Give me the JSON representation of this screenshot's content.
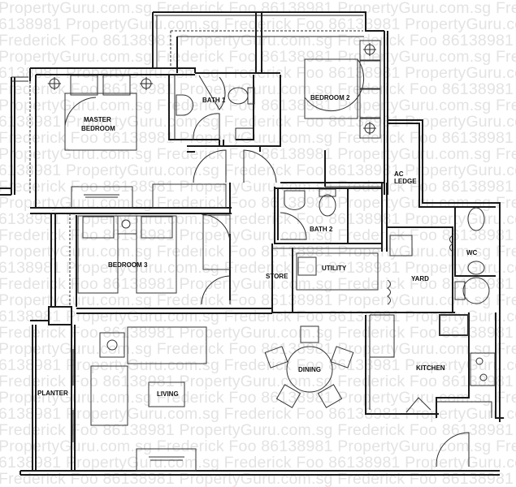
{
  "watermark": {
    "lines": [
      "PropertyGuru.com.sg Frederick Foo 86138981 PropertyGuru.com.sg Frederick Foo 86138981",
      "6138981 PropertyGuru.com.sg Frederick Foo 86138981 PropertyGuru.com.sg Frederick Foo",
      "Frederick Foo 86138981 PropertyGuru.com.sg Frederick Foo 86138981 PropertyGuru.com.sg",
      "PropertyGuru.com.sg Frederick Foo 86138981 PropertyGuru.com.sg Frederick Foo 86138981",
      "6138981 PropertyGuru.com.sg Frederick Foo 86138981 PropertyGuru.com.sg Frederick Foo",
      "Frederick Foo 86138981 PropertyGuru.com.sg Frederick Foo 86138981 PropertyGuru.com.sg",
      "PropertyGuru.com.sg Frederick Foo 86138981 PropertyGuru.com.sg Frederick Foo 86138981",
      "6138981 PropertyGuru.com.sg Frederick Foo 86138981 PropertyGuru.com.sg Frederick Foo",
      "Frederick Foo 86138981 PropertyGuru.com.sg Frederick Foo 86138981 PropertyGuru.com.sg",
      "PropertyGuru.com.sg Frederick Foo 86138981 PropertyGuru.com.sg Frederick Foo 86138981",
      "6138981 PropertyGuru.com.sg Frederick Foo 86138981 PropertyGuru.com.sg Frederick Foo",
      "Frederick Foo 86138981 PropertyGuru.com.sg Frederick Foo 86138981 PropertyGuru.com.sg",
      "PropertyGuru.com.sg Frederick Foo 86138981 PropertyGuru.com.sg Frederick Foo 86138981",
      "6138981 PropertyGuru.com.sg Frederick Foo 86138981 PropertyGuru.com.sg Frederick Foo",
      "Frederick Foo 86138981 PropertyGuru.com.sg Frederick Foo 86138981 PropertyGuru.com.sg",
      "PropertyGuru.com.sg Frederick Foo 86138981 PropertyGuru.com.sg Frederick Foo 86138981",
      "6138981 PropertyGuru.com.sg Frederick Foo 86138981 PropertyGuru.com.sg Frederick Foo",
      "Frederick Foo 86138981 PropertyGuru.com.sg Frederick Foo 86138981 PropertyGuru.com.sg",
      "PropertyGuru.com.sg Frederick Foo 86138981 PropertyGuru.com.sg Frederick Foo 86138981",
      "6138981 PropertyGuru.com.sg Frederick Foo 86138981 PropertyGuru.com.sg Frederick Foo",
      "Frederick Foo 86138981 PropertyGuru.com.sg Frederick Foo 86138981 PropertyGuru.com.sg",
      "PropertyGuru.com.sg Frederick Foo 86138981 PropertyGuru.com.sg Frederick Foo 86138981",
      "6138981 PropertyGuru.com.sg Frederick Foo 86138981 PropertyGuru.com.sg Frederick Foo",
      "Frederick Foo 86138981 PropertyGuru.com.sg Frederick Foo 86138981 PropertyGuru.com.sg",
      "PropertyGuru.com.sg Frederick Foo 86138981 PropertyGuru.com.sg Frederick Foo 86138981",
      "6138981 PropertyGuru.com.sg Frederick Foo 86138981 PropertyGuru.com.sg Frederick Foo",
      "Frederick Foo 86138981 PropertyGuru.com.sg Frederick Foo 86138981 PropertyGuru.com.sg",
      "PropertyGuru.com.sg Frederick Foo 86138981 PropertyGuru.com.sg Frederick Foo 86138981",
      "6138981 PropertyGuru.com.sg Frederick Foo 86138981 PropertyGuru.com.sg Frederick Foo",
      "Frederick Foo 86138981 PropertyGuru.com.sg Frederick Foo 86138981 PropertyGuru.com.sg"
    ],
    "color": "#e3e3e3"
  },
  "rooms": {
    "master_bedroom": {
      "line1": "MASTER",
      "line2": "BEDROOM"
    },
    "bath1": "BATH 1",
    "bedroom2": "BEDROOM 2",
    "ac_ledge": {
      "line1": "AC",
      "line2": "LEDGE"
    },
    "bath2": "BATH 2",
    "bedroom3": "BEDROOM 3",
    "store": "STORE",
    "utility": "UTILITY",
    "yard": "YARD",
    "wc": "WC",
    "dining": "DINING",
    "kitchen": "KITCHEN",
    "planter": "PLANTER",
    "living": "LIVING"
  },
  "colors": {
    "line": "#1a1a1a",
    "background": "#ffffff",
    "watermark": "#e3e3e3"
  }
}
